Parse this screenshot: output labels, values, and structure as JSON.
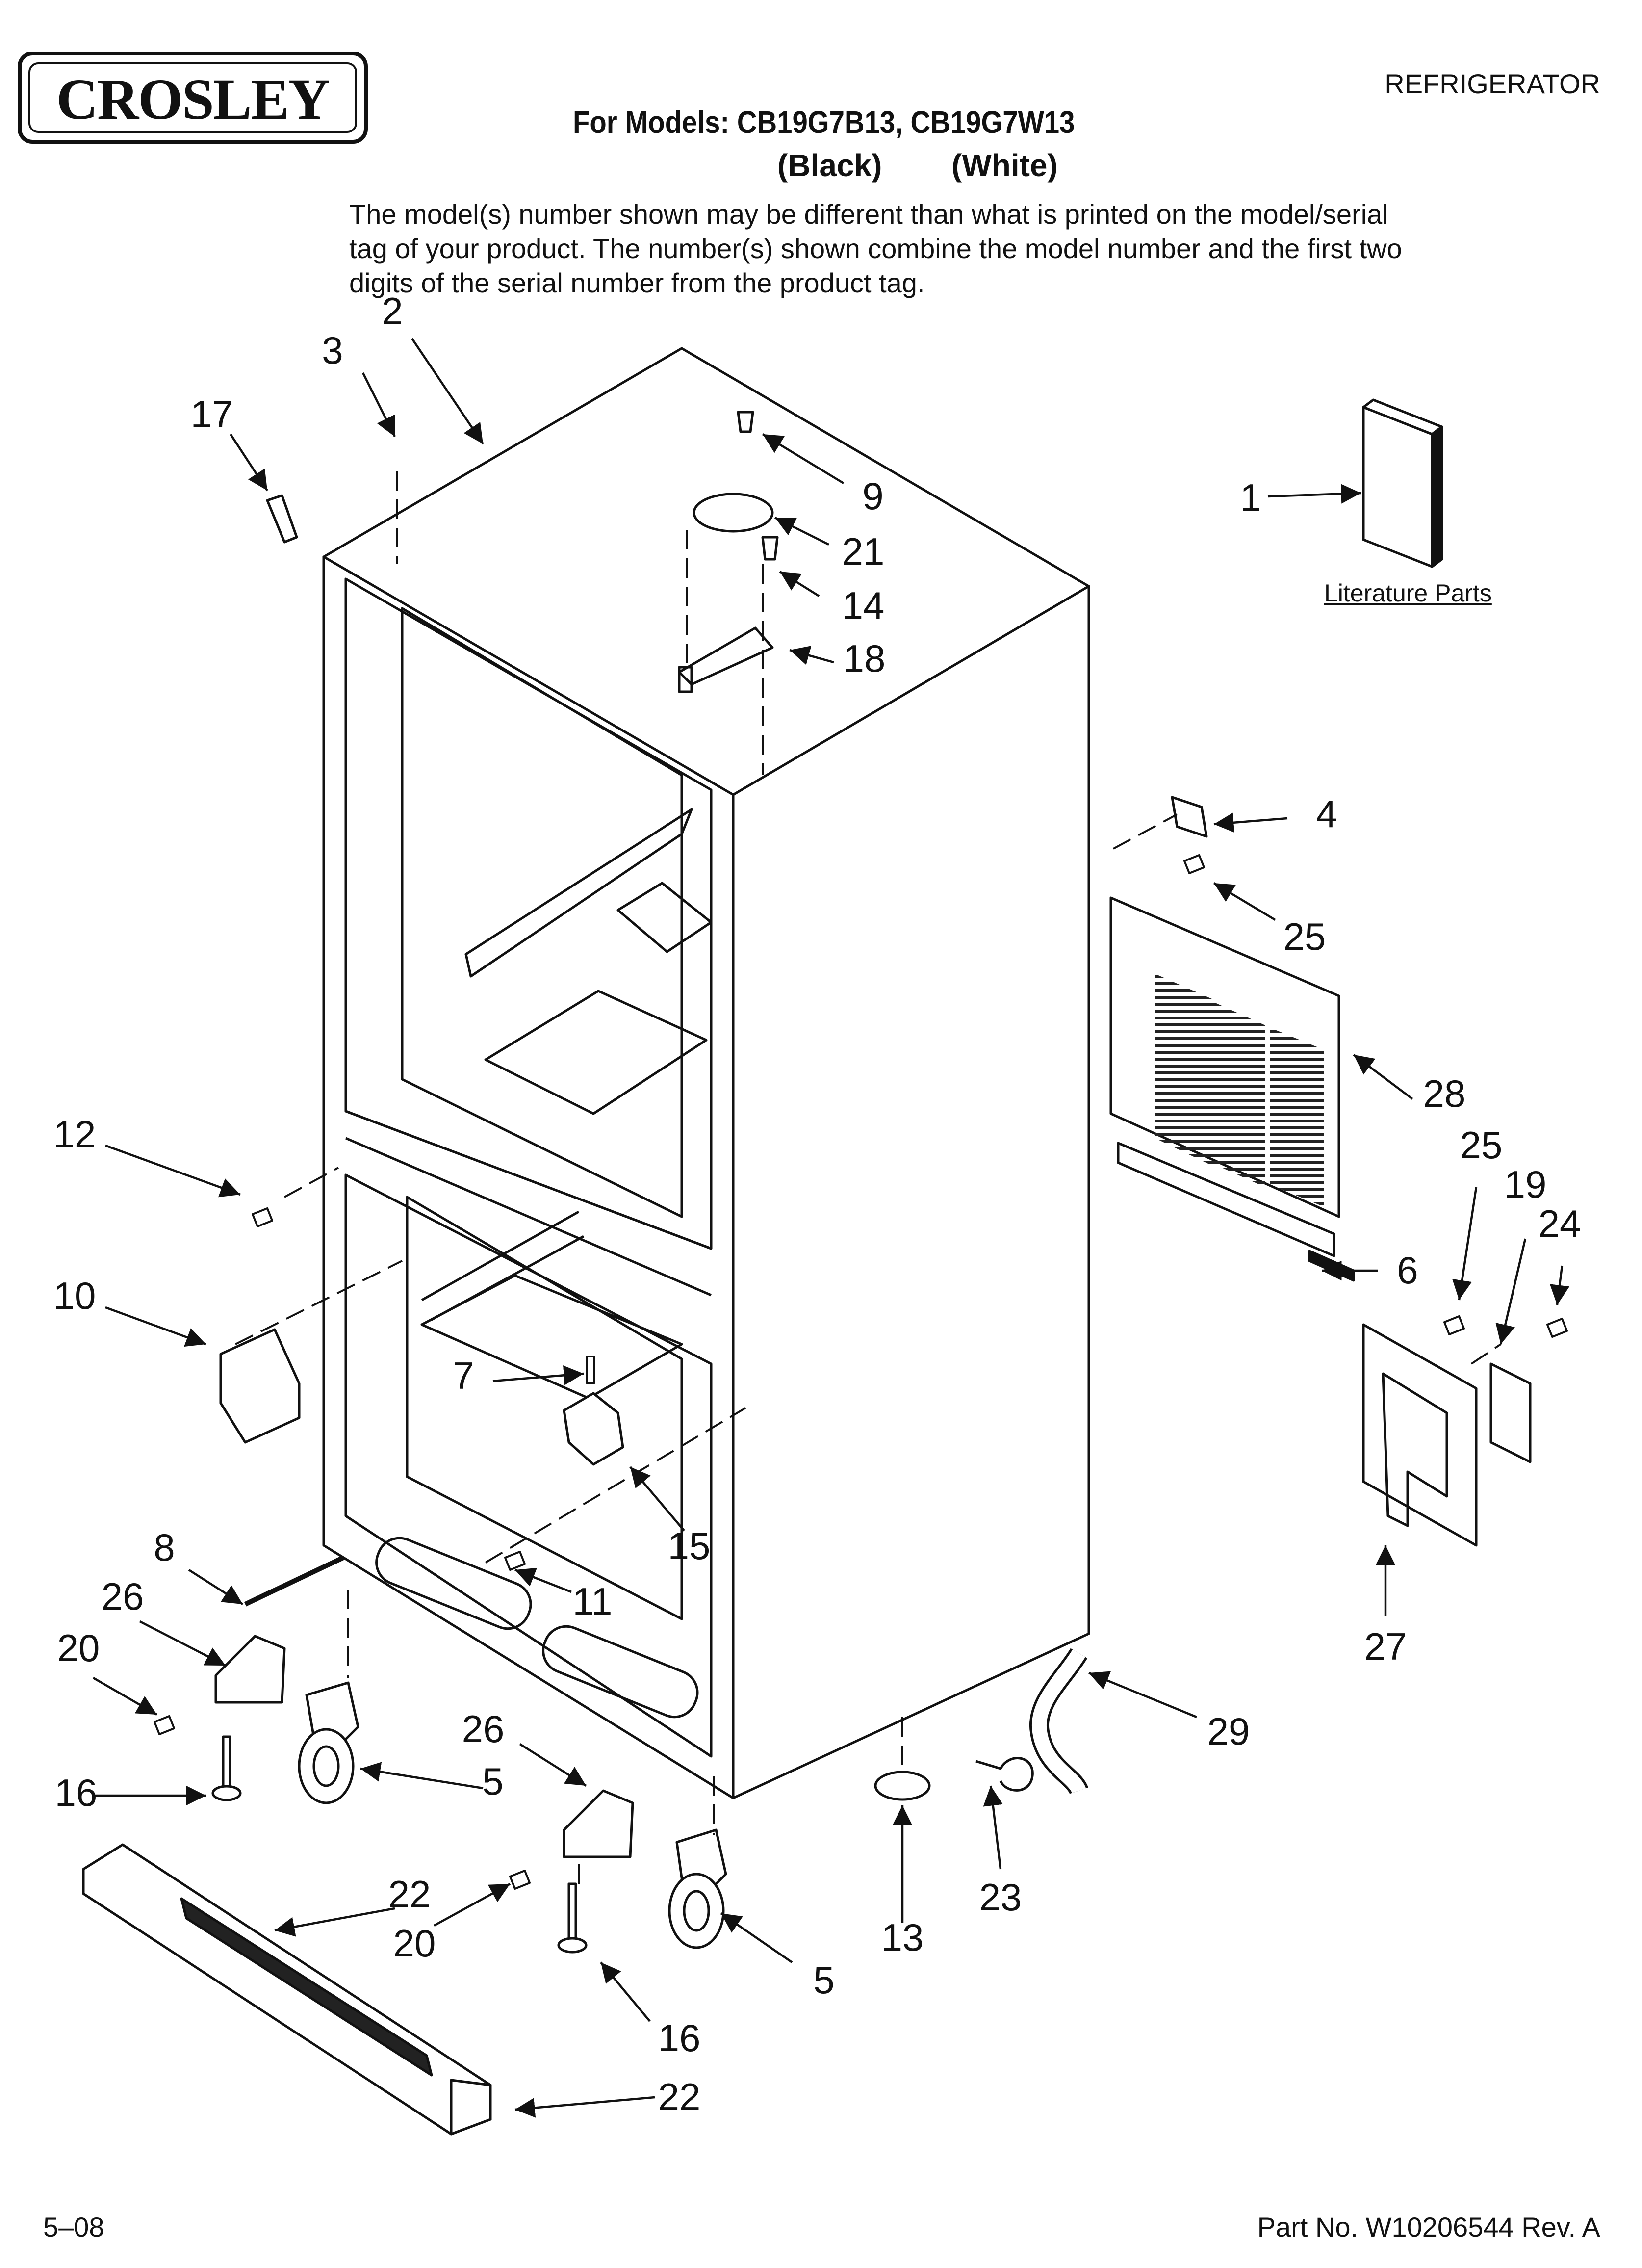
{
  "header": {
    "brand": "CROSLEY",
    "doc_type": "REFRIGERATOR",
    "models_line": "For Models: CB19G7B13, CB19G7W13",
    "color_black": "(Black)",
    "color_white": "(White)",
    "notice": "The model(s) number shown may be different than what is printed on the model/serial tag of your product. The number(s) shown combine the model number and the first two digits of the serial number from the product tag."
  },
  "literature_label": "Literature Parts",
  "callouts": [
    "1",
    "2",
    "3",
    "4",
    "25",
    "28",
    "25",
    "19",
    "24",
    "6",
    "17",
    "9",
    "21",
    "14",
    "18",
    "12",
    "10",
    "7",
    "15",
    "11",
    "8",
    "26",
    "20",
    "16",
    "5",
    "26",
    "22",
    "20",
    "5",
    "16",
    "22",
    "13",
    "23",
    "29",
    "27"
  ],
  "footer": {
    "date": "5–08",
    "part_number": "Part No. W10206544 Rev. A"
  }
}
